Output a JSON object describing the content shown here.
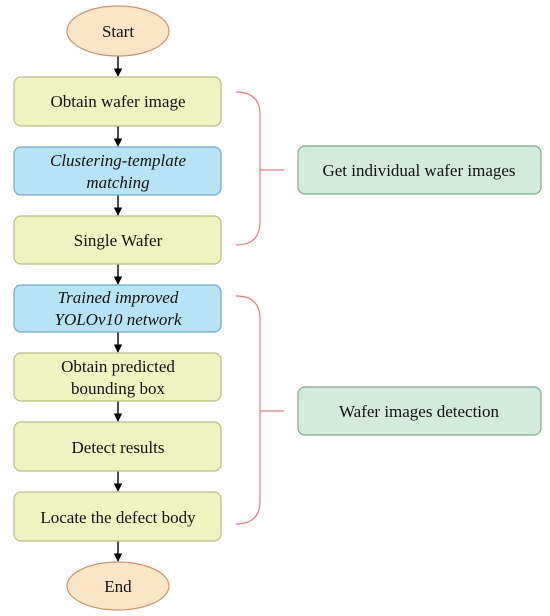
{
  "nodes": {
    "start": "Start",
    "obtain": "Obtain wafer image",
    "cluster": [
      "Clustering-template",
      "matching"
    ],
    "single": "Single Wafer",
    "trained": [
      "Trained improved",
      "YOLOv10 network"
    ],
    "predicted": [
      "Obtain predicted",
      "bounding box"
    ],
    "detect": "Detect results",
    "locate": "Locate the defect body",
    "end": "End"
  },
  "groups": {
    "individual": "Get individual wafer images",
    "detection": "Wafer images detection"
  },
  "colors": {
    "terminal_fill": "#fce4c6",
    "terminal_stroke": "#c8956a",
    "process_fill": "#eef3c0",
    "process_stroke": "#b9bd83",
    "model_fill": "#b7e3f7",
    "model_stroke": "#6fa9c8",
    "group_fill": "#d3ebdc",
    "group_stroke": "#7ea98e",
    "bracket": "#e57a7a",
    "arrow": "#000000"
  }
}
